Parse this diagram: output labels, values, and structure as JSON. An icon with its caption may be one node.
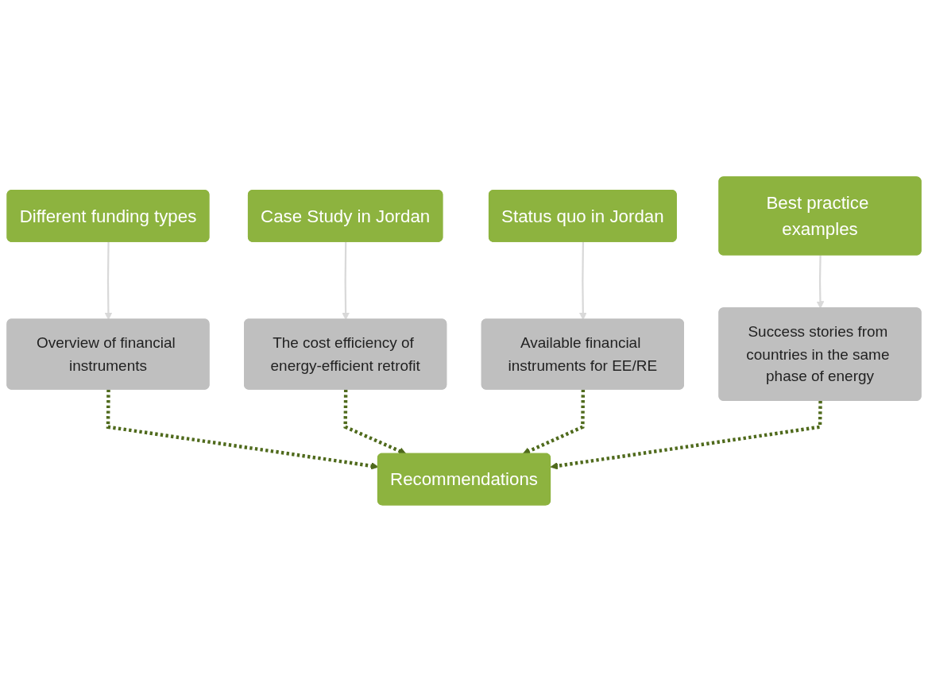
{
  "diagram": {
    "nodes": [
      {
        "text": [
          "Different funding types"
        ]
      },
      {
        "text": [
          "Overview of financial instruments"
        ]
      },
      {
        "text": [
          "Status quo in Jordan"
        ]
      },
      {
        "text": [
          "Available financial instruments for EE/RE"
        ]
      },
      {
        "text": [
          "Best practice examples"
        ]
      },
      {
        "text": [
          "Success stories from countries in the same phase of energy"
        ]
      },
      {
        "text": [
          "Case Study in Jordan"
        ]
      },
      {
        "text": [
          "The cost efficiency of energy-efficient retrofit"
        ]
      },
      {
        "text": [
          "Recommendations"
        ]
      }
    ],
    "edges": [
      {
        "from": 0,
        "to": 1,
        "arrow": "to",
        "color": "#d9d9d9"
      },
      {
        "from": 2,
        "to": 3,
        "arrow": "to",
        "color": "#d9d9d9"
      },
      {
        "from": 4,
        "to": 5,
        "arrow": "to",
        "color": "#d9d9d9"
      },
      {
        "from": 6,
        "to": 7,
        "arrow": "to",
        "color": "#d9d9d9"
      },
      {
        "from": 1,
        "to": 8,
        "arrow": "to",
        "style": "dashed",
        "color": "#4f6a1c"
      },
      {
        "from": 7,
        "to": 8,
        "arrow": "to",
        "style": "dashed",
        "color": "#4f6a1c"
      },
      {
        "from": 3,
        "to": 8,
        "arrow": "to",
        "style": "dashed",
        "color": "#4f6a1c"
      },
      {
        "from": 5,
        "to": 8,
        "arrow": "to",
        "style": "dashed",
        "color": "#4f6a1c"
      }
    ]
  }
}
